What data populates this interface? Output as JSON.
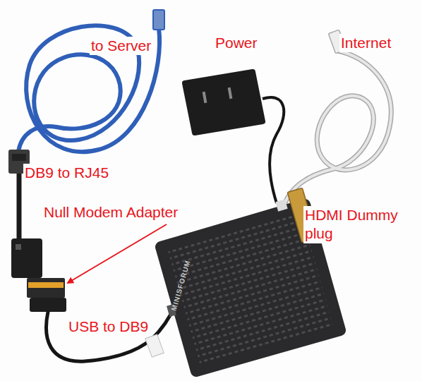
{
  "diagram": {
    "labels": [
      "to Server",
      "Power",
      "Internet",
      "DB9 to RJ45",
      "Null Modem Adapter",
      "HDMI Dummy plug",
      "USB to DB9",
      "MINISFORUM"
    ]
  }
}
